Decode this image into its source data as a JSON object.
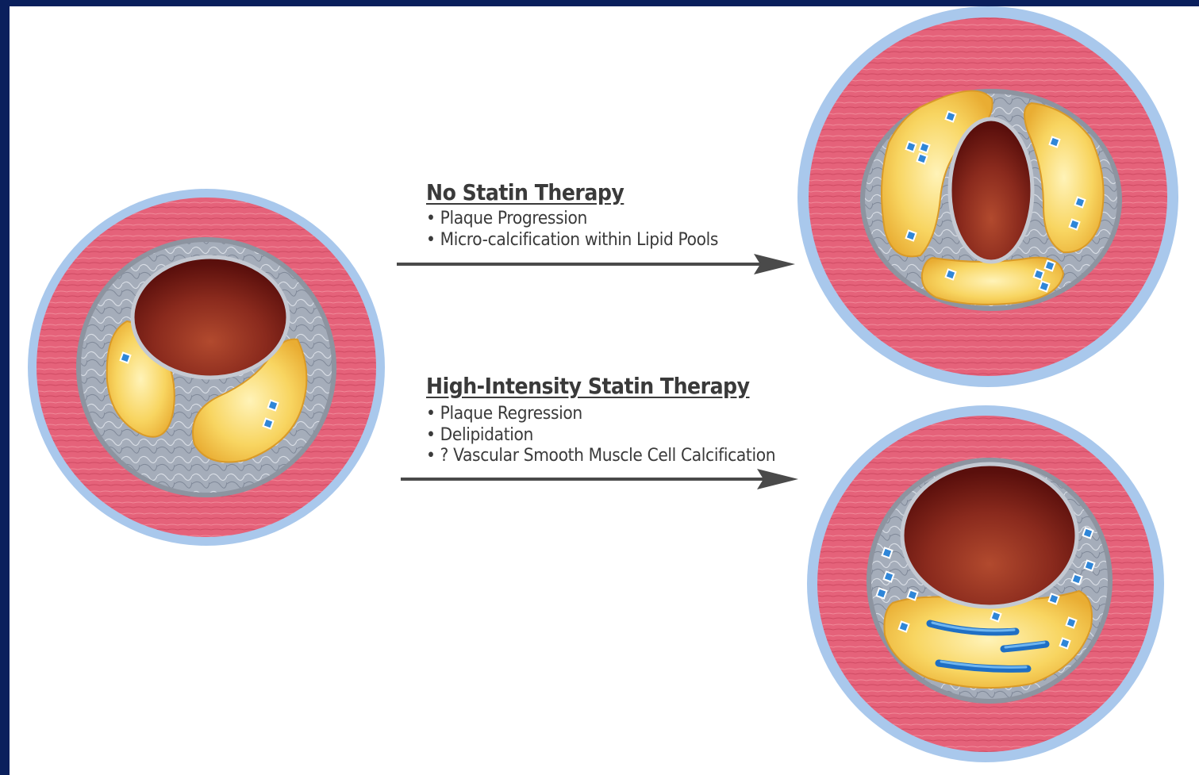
{
  "branches": [
    {
      "title": "No Statin Therapy",
      "bullets": [
        "Plaque Progression",
        "Micro-calcification within Lipid Pools"
      ]
    },
    {
      "title": "High-Intensity Statin Therapy",
      "bullets": [
        "Plaque Regression",
        "Delipidation",
        "? Vascular Smooth Muscle Cell Calcification"
      ]
    }
  ],
  "colors": {
    "frame": "#0a1f5c",
    "adventitia": "#a9c8ec",
    "media": "#e8637a",
    "intima": "#9ea6b4",
    "lipid": "#f6cc55",
    "lumen": "#7a1c16",
    "calcium": "#2f86d8",
    "arrow": "#4a4a4a"
  }
}
